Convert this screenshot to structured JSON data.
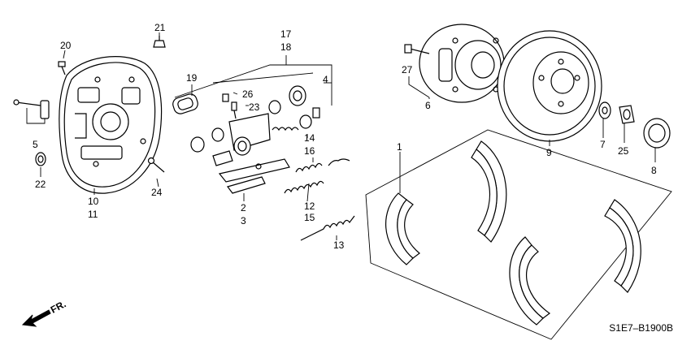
{
  "diagram_code": "S1E7–B1900B",
  "direction_label": "FR.",
  "callouts": {
    "c1": "1",
    "c2": "2",
    "c3": "3",
    "c4": "4",
    "c5": "5",
    "c6": "6",
    "c7": "7",
    "c8": "8",
    "c9": "9",
    "c10": "10",
    "c11": "11",
    "c12": "12",
    "c13": "13",
    "c14": "14",
    "c15": "15",
    "c16": "16",
    "c17": "17",
    "c18": "18",
    "c19": "19",
    "c20": "20",
    "c21": "21",
    "c22": "22",
    "c23": "23",
    "c24": "24",
    "c25": "25",
    "c26": "26",
    "c27": "27"
  }
}
